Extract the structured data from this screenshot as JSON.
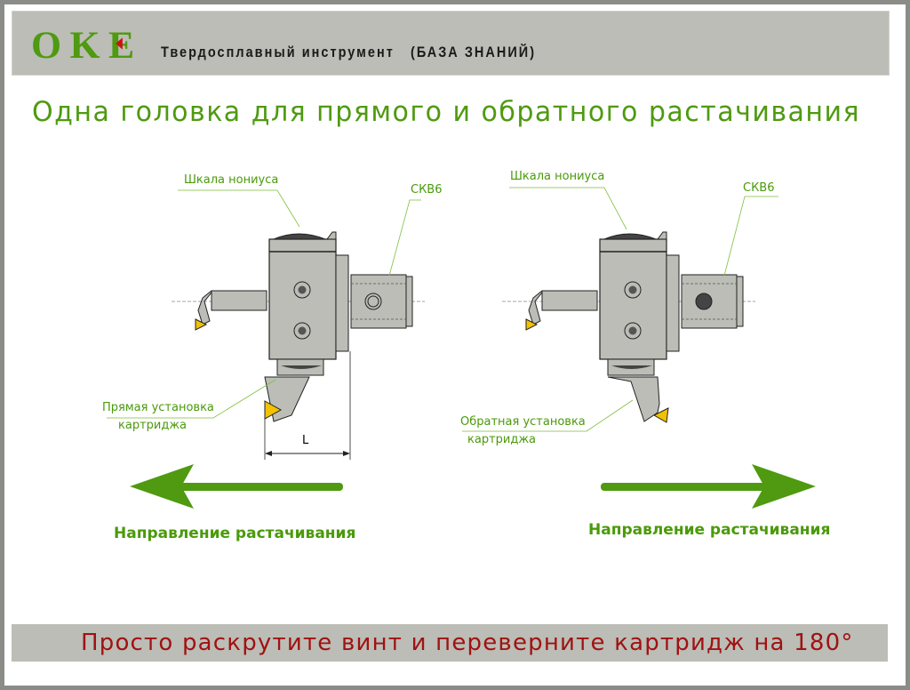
{
  "header": {
    "logo_text": "OKE",
    "subtitle": "Твердосплавный инструмент   (БАЗА ЗНАНИЙ)"
  },
  "title": "Одна головка для прямого и обратного растачивания",
  "left_diagram": {
    "label_scale": "Шкала нониуса",
    "label_ckb": "СКВ6",
    "label_install_1": "Прямая установка",
    "label_install_2": "картриджа",
    "dimension": "L",
    "direction": "Направление растачивания"
  },
  "right_diagram": {
    "label_scale": "Шкала нониуса",
    "label_ckb": "СКВ6",
    "label_install_1": "Обратная установка",
    "label_install_2": "картриджа",
    "direction": "Направление растачивания"
  },
  "footer": "Просто раскрутите винт и переверните картридж на 180°",
  "colors": {
    "green": "#4f9a10",
    "red": "#a01212",
    "bar": "#bbbdb6",
    "insert": "#f2c200"
  }
}
